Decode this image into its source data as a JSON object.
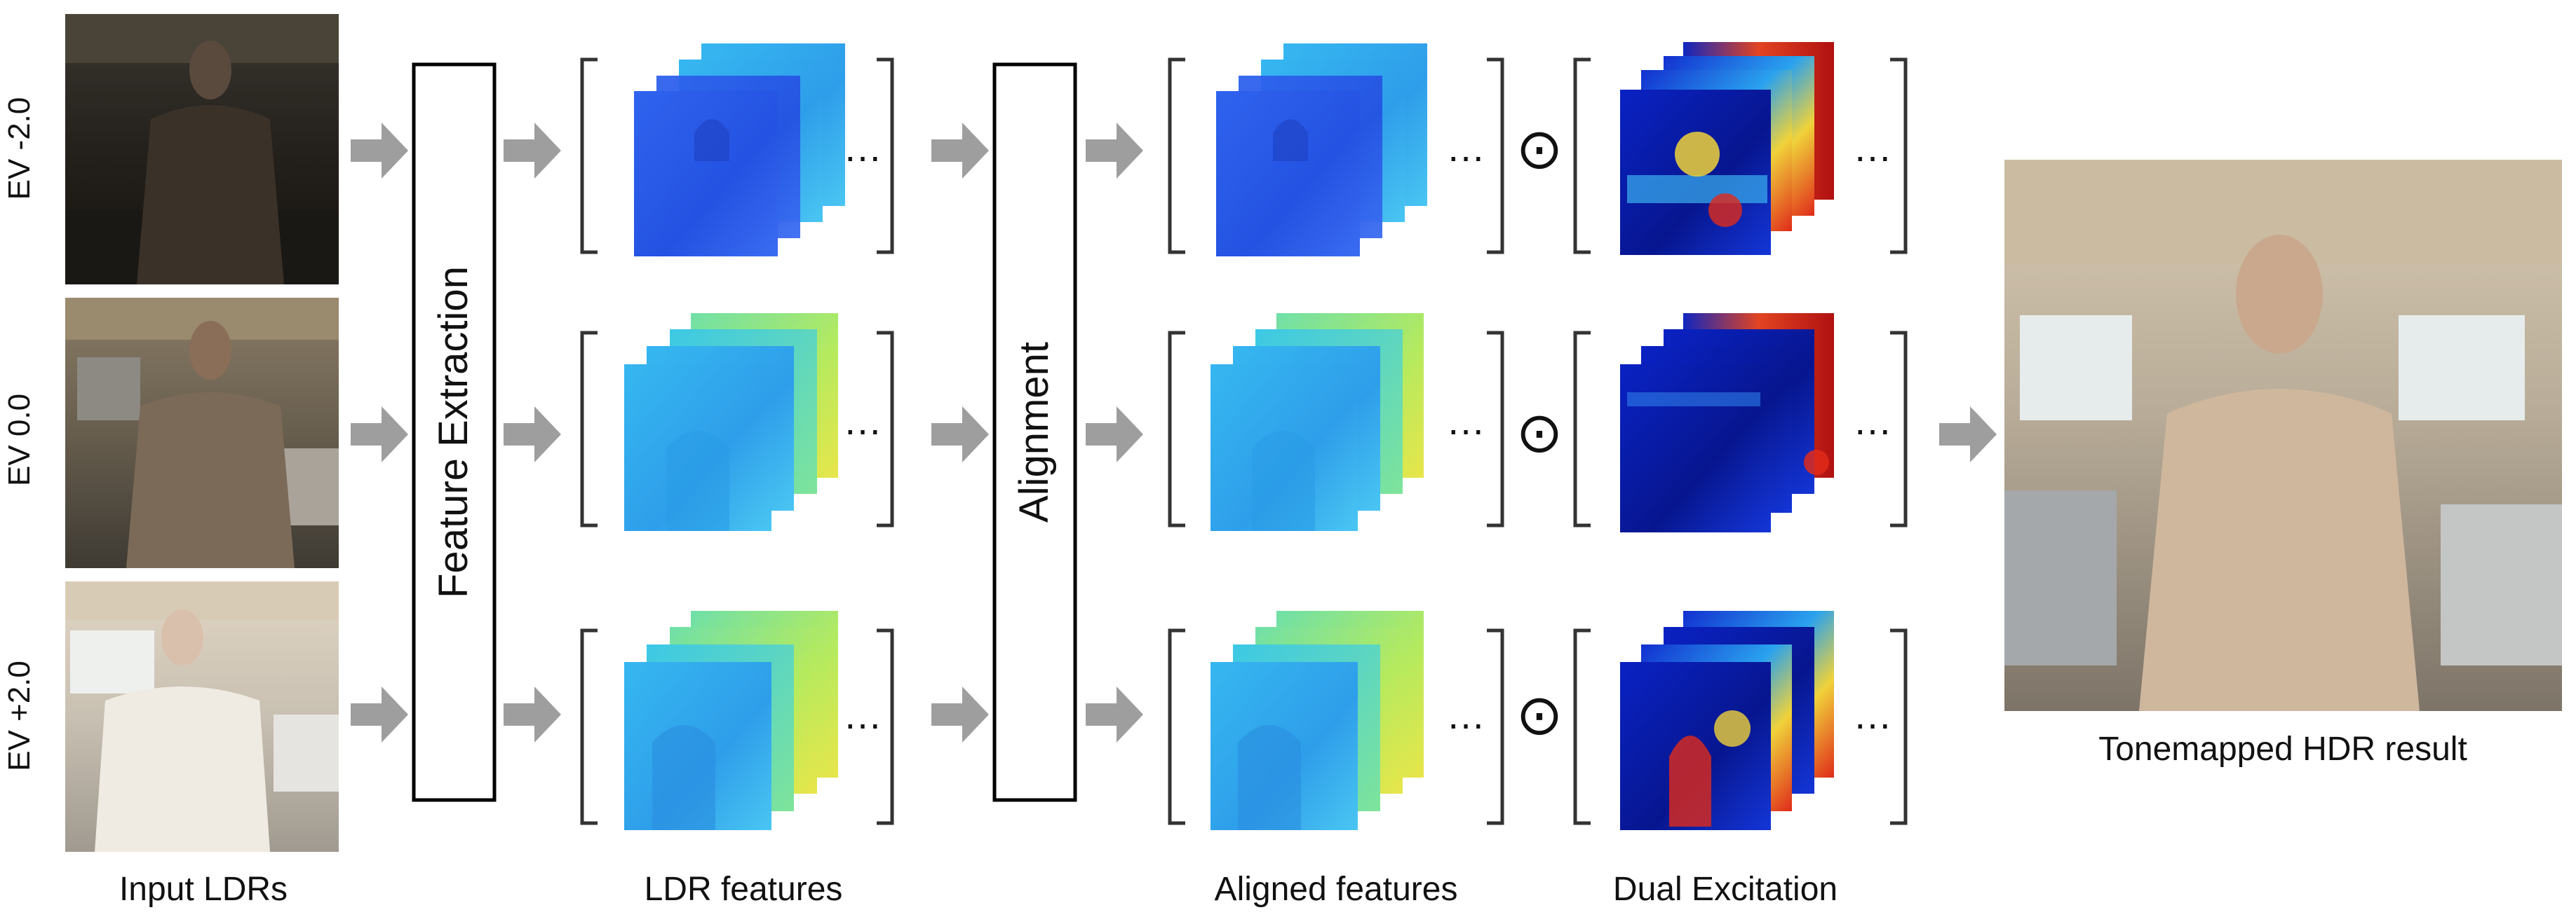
{
  "labels": {
    "ev_minus": "EV -2.0",
    "ev_zero": "EV 0.0",
    "ev_plus": "EV +2.0",
    "input_ldrs": "Input LDRs",
    "feature_extraction": "Feature Extraction",
    "ldr_features": "LDR features",
    "alignment": "Alignment",
    "aligned_features": "Aligned features",
    "dual_excitation": "Dual Excitation",
    "hdr_result": "Tonemapped HDR result",
    "ellipsis": "…",
    "odot": "⊙"
  },
  "colors": {
    "arrow": "#9e9e9e",
    "box_stroke": "#000000",
    "bracket": "#333333",
    "feat_blue": "#2a58e6",
    "feat_cyan": "#33b4ee",
    "feat_green": "#7fe49a",
    "feat_yellow": "#e8e64a",
    "excite_dark": "#0a1aa8",
    "excite_red": "#e02a1a"
  }
}
